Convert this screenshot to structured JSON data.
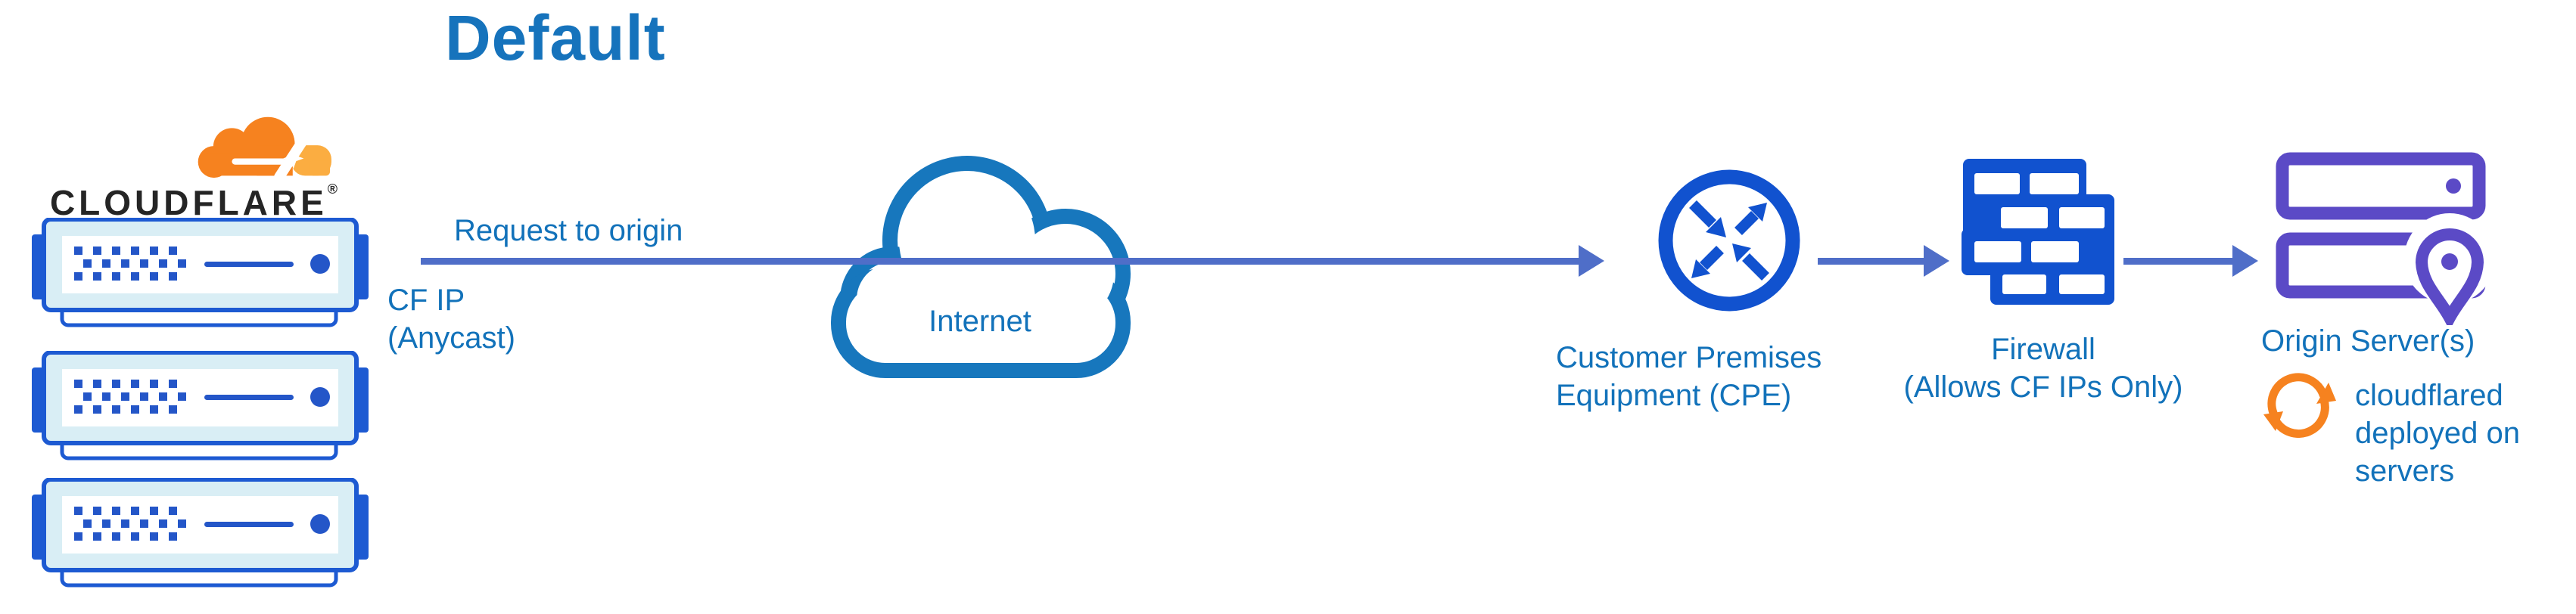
{
  "title": "Default",
  "logo": {
    "wordmark": "CLOUDFLARE",
    "registered": "®"
  },
  "labels": {
    "request": "Request to origin",
    "cf_ip_line1": "CF IP",
    "cf_ip_line2": "(Anycast)",
    "internet": "Internet",
    "cpe_line1": "Customer Premises",
    "cpe_line2": "Equipment (CPE)",
    "firewall_line1": "Firewall",
    "firewall_line2": "(Allows CF IPs Only)",
    "origin": "Origin Server(s)",
    "cloudflared_note": "cloudflared deployed on servers"
  },
  "icons": {
    "logo": "cloudflare-cloud-icon",
    "edge_servers": "edge-server-icon x3",
    "internet": "internet-cloud-icon",
    "cpe": "cpe-router-arrows-icon",
    "firewall": "firewall-brick-wall-icon",
    "origin": "origin-server-location-pin-icon",
    "cloudflared": "sync-arrows-icon"
  },
  "colors": {
    "title_blue": "#1673bc",
    "label_blue": "#1272ba",
    "arrow_blue": "#4f6ec8",
    "icon_blue": "#1152cf",
    "server_border_blue": "#1d5ad2",
    "server_fill_cyan": "#d9eef5",
    "origin_purple": "#5b4ac6",
    "cloudflare_orange": "#f6821f",
    "cloudflare_orange_light": "#fbad41",
    "wordmark_dark": "#252525",
    "background": "#ffffff"
  }
}
